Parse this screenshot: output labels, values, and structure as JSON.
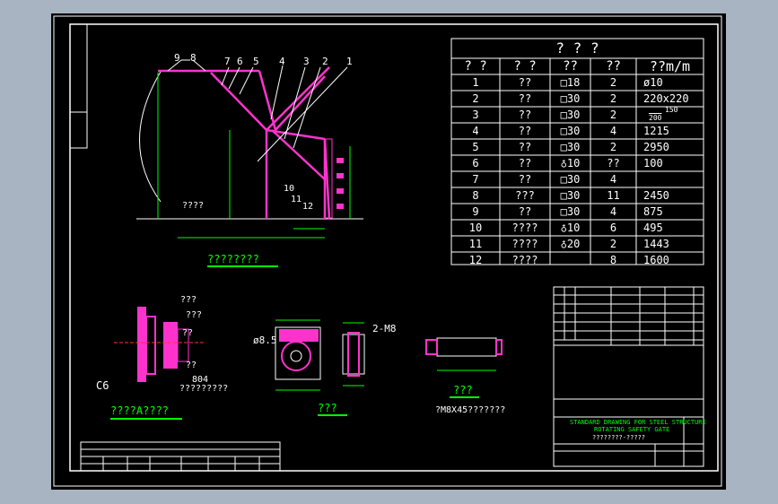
{
  "parts_table": {
    "title": "? ? ?",
    "headers": [
      "? ?",
      "? ?",
      "??",
      "??",
      "??m/m"
    ],
    "rows": [
      [
        "1",
        "??",
        "□18",
        "2",
        "ø10"
      ],
      [
        "2",
        "??",
        "□30",
        "2",
        "220x220"
      ],
      [
        "3",
        "??",
        "□30",
        "2",
        ""
      ],
      [
        "4",
        "??",
        "□30",
        "4",
        "1215"
      ],
      [
        "5",
        "??",
        "□30",
        "2",
        "2950"
      ],
      [
        "6",
        "??",
        "♁10",
        "??",
        "100"
      ],
      [
        "7",
        "??",
        "□30",
        "4",
        ""
      ],
      [
        "8",
        "???",
        "□30",
        "11",
        "2450"
      ],
      [
        "9",
        "??",
        "□30",
        "4",
        "875"
      ],
      [
        "10",
        "????",
        "♁10",
        "6",
        "495"
      ],
      [
        "11",
        "????",
        "♁20",
        "2",
        "1443"
      ],
      [
        "12",
        "????",
        "",
        "8",
        "1600"
      ]
    ],
    "row3_fraction": {
      "num": "150",
      "den": "200"
    }
  },
  "main_view": {
    "part_numbers": [
      "9",
      "8",
      "7",
      "6",
      "5",
      "4",
      "3",
      "2",
      "1"
    ],
    "lower_numbers": [
      "10",
      "11",
      "12"
    ],
    "ground_label": "????",
    "caption": "????????"
  },
  "detail_a": {
    "labels": [
      "???",
      "???",
      "??",
      "??",
      "804",
      "?????????"
    ],
    "side_label": "C6",
    "caption": "????A????"
  },
  "detail_b": {
    "dia_label": "ø8.5",
    "hole_label": "2-M8",
    "caption": "???"
  },
  "detail_c": {
    "caption": "???",
    "note": "?M8X45???????"
  },
  "title_block": {
    "title_en_1": "STANDARD DRAWING FOR STEEL STRUCTURE",
    "title_en_2": "ROTATING SAFETY GATE",
    "title_cn": "????????-?????"
  },
  "colors": {
    "background": "#a9b4c3",
    "sheet": "#000000",
    "lines": "#ffffff",
    "text": "#00ff00",
    "steel": "#ff33cc"
  }
}
